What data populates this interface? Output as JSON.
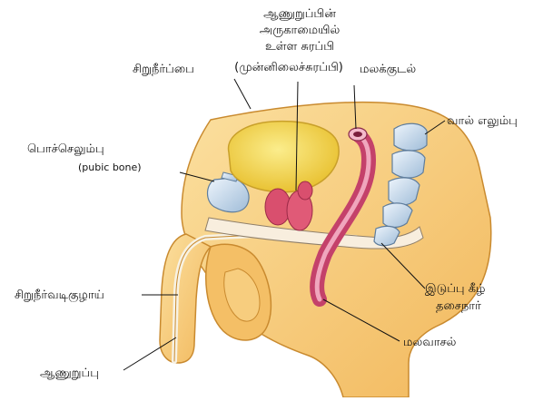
{
  "labels": {
    "prostate_line1": "ஆணுறுப்பின்",
    "prostate_line2": "அருகாமையில்",
    "prostate_line3": "உள்ள சுரப்பி",
    "prostate_line4": "(முன்னிலைச்சுரப்பி)",
    "bladder": "சிறுநீர்ப்பை",
    "rectum": "மலக்குடல்",
    "tailbone": "வால் எலும்பு",
    "pubic_bone": "பொச்செலும்பு",
    "pubic_bone_en": "(pubic bone)",
    "urethra": "சிறுநீர்வடிகுழாய்",
    "pelvic_floor_line1": "இடுப்பு கீழ்",
    "pelvic_floor_line2": "தசைநார்",
    "anus": "மலவாசல்",
    "penis": "ஆணுறுப்பு"
  },
  "colors": {
    "skin": "#f6c877",
    "skin_outline": "#c98a2f",
    "bladder": "#f3db5e",
    "prostate": "#d94f6e",
    "rectum": "#c4416a",
    "bone": "#c9dcef",
    "line": "#111111"
  }
}
